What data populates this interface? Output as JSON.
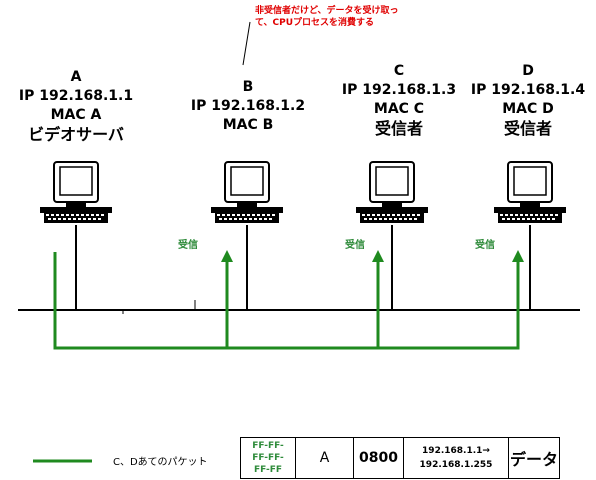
{
  "hosts": [
    {
      "id": "A",
      "ip": "IP 192.168.1.1",
      "mac": "MAC A",
      "role": "ビデオサーバ"
    },
    {
      "id": "B",
      "ip": "IP 192.168.1.2",
      "mac": "MAC B"
    },
    {
      "id": "C",
      "ip": "IP 192.168.1.3",
      "mac": "MAC C",
      "role": "受信者"
    },
    {
      "id": "D",
      "ip": "IP 192.168.1.4",
      "mac": "MAC D",
      "role": "受信者"
    }
  ],
  "receive_labels": [
    "受信",
    "受信",
    "受信"
  ],
  "note": "非受信者だけど、データを受け取って、CPUプロセスを消費する",
  "legend": {
    "text": "C、Dあてのパケット",
    "color": "#1f8a1f"
  },
  "frame": {
    "dst_mac": [
      "FF-FF-",
      "FF-FF-",
      "FF-FF"
    ],
    "src_mac": "A",
    "ethertype": "0800",
    "ip": [
      "192.168.1.1→",
      "192.168.1.255"
    ],
    "payload": "データ"
  },
  "colors": {
    "packet_path": "#1f8a1f",
    "network": "#000000",
    "note": "#e00000"
  }
}
